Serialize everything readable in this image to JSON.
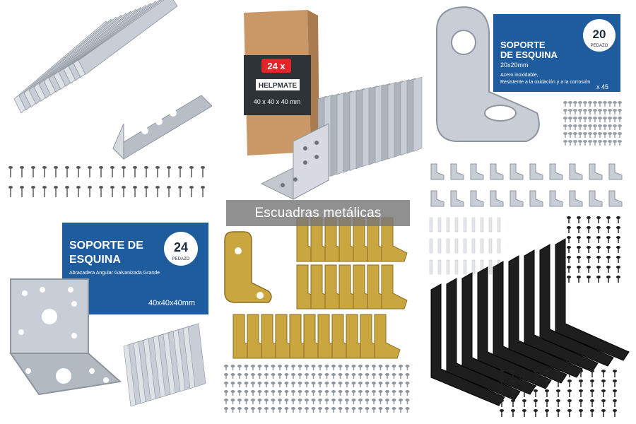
{
  "caption": "Escuadras metálicas",
  "products": {
    "box": {
      "count": "24 x",
      "brand": "HELPMATE",
      "size": "40 x 40 x 40 mm"
    },
    "corner20": {
      "title_line1": "SOPORTE",
      "title_line2": "DE ESQUINA",
      "size": "20x20mm",
      "desc_line1": "Acero inoxidable,",
      "desc_line2": "Resistente a la oxidación y a la corrosión",
      "qty_number": "20",
      "qty_label": "PEDAZO",
      "screws": "x 45"
    },
    "corner24": {
      "title_line1": "SOPORTE DE",
      "title_line2": "ESQUINA",
      "subtitle": "Abrazadera Angular Galvanizada Grande",
      "size": "40x40x40mm",
      "qty_number": "24",
      "qty_label": "PEDAZO"
    }
  },
  "colors": {
    "banner_blue": "#1f5c9e",
    "steel": "#c9ced6",
    "steel_dark": "#8e959f",
    "brass": "#c9a640",
    "black_bracket": "#1e1e1e",
    "box_kraft": "#c99866",
    "box_band": "#2e3338",
    "badge_red": "#e0262b"
  }
}
